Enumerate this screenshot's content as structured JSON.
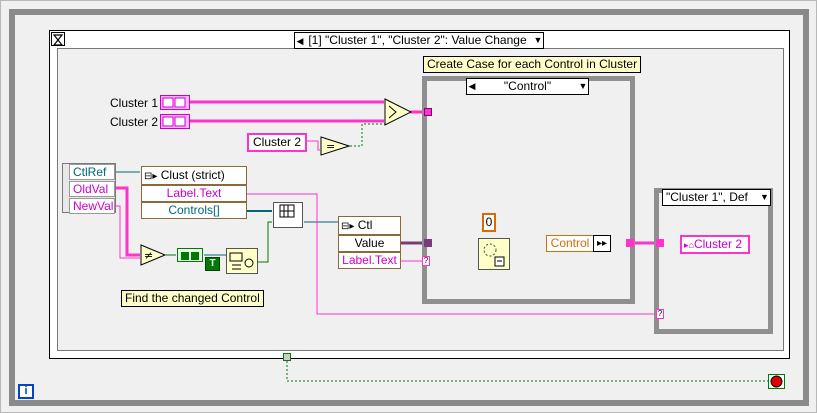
{
  "event_structure": {
    "selector_index": "[1]",
    "selector_text": "\"Cluster 1\", \"Cluster 2\": Value Change"
  },
  "terminals": {
    "cluster1": "Cluster 1",
    "cluster2": "Cluster 2",
    "cluster2_const": "Cluster 2"
  },
  "event_data": {
    "items": [
      "CtlRef",
      "OldVal",
      "NewVal"
    ]
  },
  "property_node_clust": {
    "header": "Clust (strict)",
    "rows": [
      "Label.Text",
      "Controls[]"
    ]
  },
  "property_node_ctl": {
    "header": "Ctl",
    "rows": [
      "Value",
      "Label.Text"
    ]
  },
  "comments": {
    "find_changed": "Find the changed Control",
    "create_case": "Create Case for each Control in Cluster"
  },
  "inner_case": {
    "selector": "\"Control\""
  },
  "right_case": {
    "selector": "\"Cluster 1\", Def"
  },
  "constants": {
    "zero": "0",
    "control_label": "Control",
    "bool_true": "T",
    "cluster2_out": "Cluster 2"
  },
  "info_glyph": "i",
  "colors": {
    "pink_wire": "#ff33cc",
    "teal_wire": "#00667a",
    "green_wire": "#007a00",
    "orange_wire": "#d96b00",
    "frame_gray": "#8f8f8f",
    "stop_red": "#e00000"
  }
}
